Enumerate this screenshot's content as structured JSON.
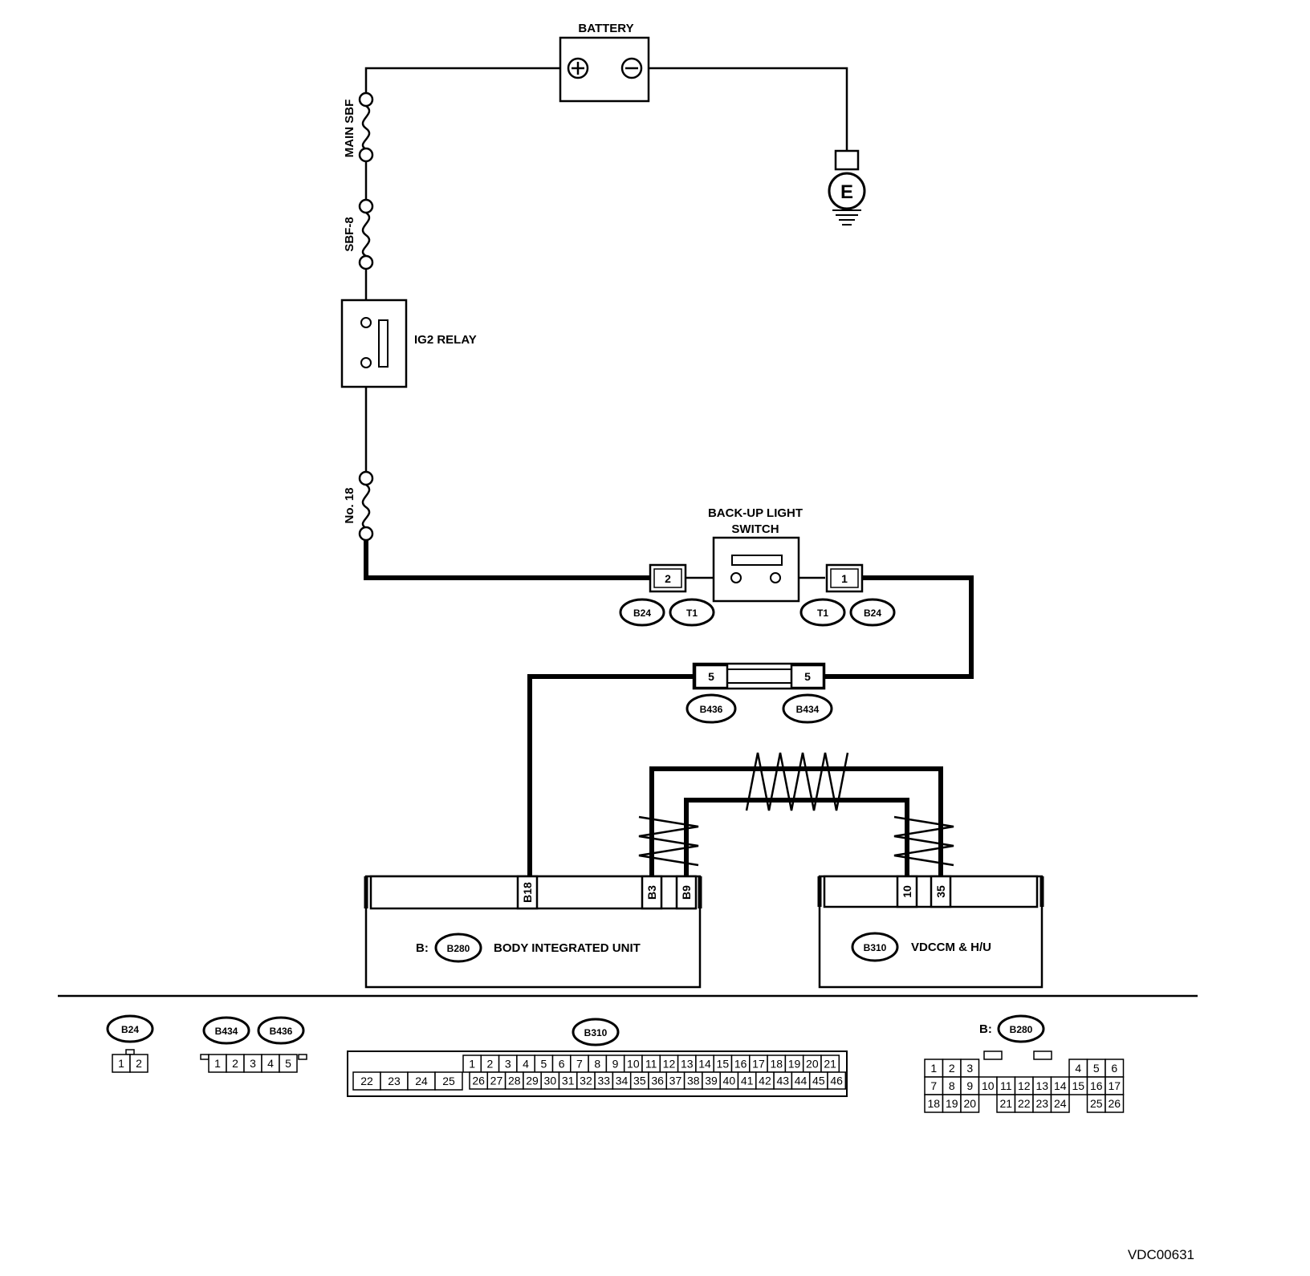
{
  "diagram": {
    "battery_label": "BATTERY",
    "battery_pos": "+",
    "battery_neg": "−",
    "ground_label": "E",
    "main_sbf_label": "MAIN SBF",
    "sbf8_label": "SBF-8",
    "ig2_relay_label": "IG2 RELAY",
    "no18_label": "No. 18",
    "backup_switch_label_1": "BACK-UP LIGHT",
    "backup_switch_label_2": "SWITCH",
    "switch_pin_left": "2",
    "switch_pin_right": "1",
    "conn_b24": "B24",
    "conn_t1": "T1",
    "pin_b436": "5",
    "pin_b434": "5",
    "conn_b436": "B436",
    "conn_b434": "B434",
    "biu_pins": [
      "B18",
      "B3",
      "B9"
    ],
    "vdc_pins": [
      "10",
      "35"
    ],
    "biu_prefix": "B:",
    "biu_conn": "B280",
    "biu_label": "BODY INTEGRATED UNIT",
    "vdc_conn": "B310",
    "vdc_label": "VDCCM & H/U",
    "figure_code": "VDC00631"
  },
  "connectors": {
    "b24_title": "B24",
    "b24_pins": [
      "1",
      "2"
    ],
    "b434_title": "B434",
    "b436_title": "B436",
    "b434_pins": [
      "1",
      "2",
      "3",
      "4",
      "5"
    ],
    "b310_title": "B310",
    "b310_left": [
      "22",
      "23",
      "24",
      "25"
    ],
    "b310_top": [
      "1",
      "2",
      "3",
      "4",
      "5",
      "6",
      "7",
      "8",
      "9",
      "10",
      "11",
      "12",
      "13",
      "14",
      "15",
      "16",
      "17",
      "18",
      "19",
      "20",
      "21"
    ],
    "b310_bottom": [
      "26",
      "27",
      "28",
      "29",
      "30",
      "31",
      "32",
      "33",
      "34",
      "35",
      "36",
      "37",
      "38",
      "39",
      "40",
      "41",
      "42",
      "43",
      "44",
      "45",
      "46"
    ],
    "b280_prefix": "B:",
    "b280_title": "B280",
    "b280_rows": [
      [
        "1",
        "2",
        "3",
        "",
        "",
        "",
        "",
        "",
        "4",
        "5",
        "6"
      ],
      [
        "7",
        "8",
        "9",
        "10",
        "11",
        "12",
        "13",
        "14",
        "15",
        "16",
        "17"
      ],
      [
        "18",
        "19",
        "20",
        "",
        "21",
        "22",
        "23",
        "24",
        "",
        "25",
        "26"
      ]
    ]
  }
}
